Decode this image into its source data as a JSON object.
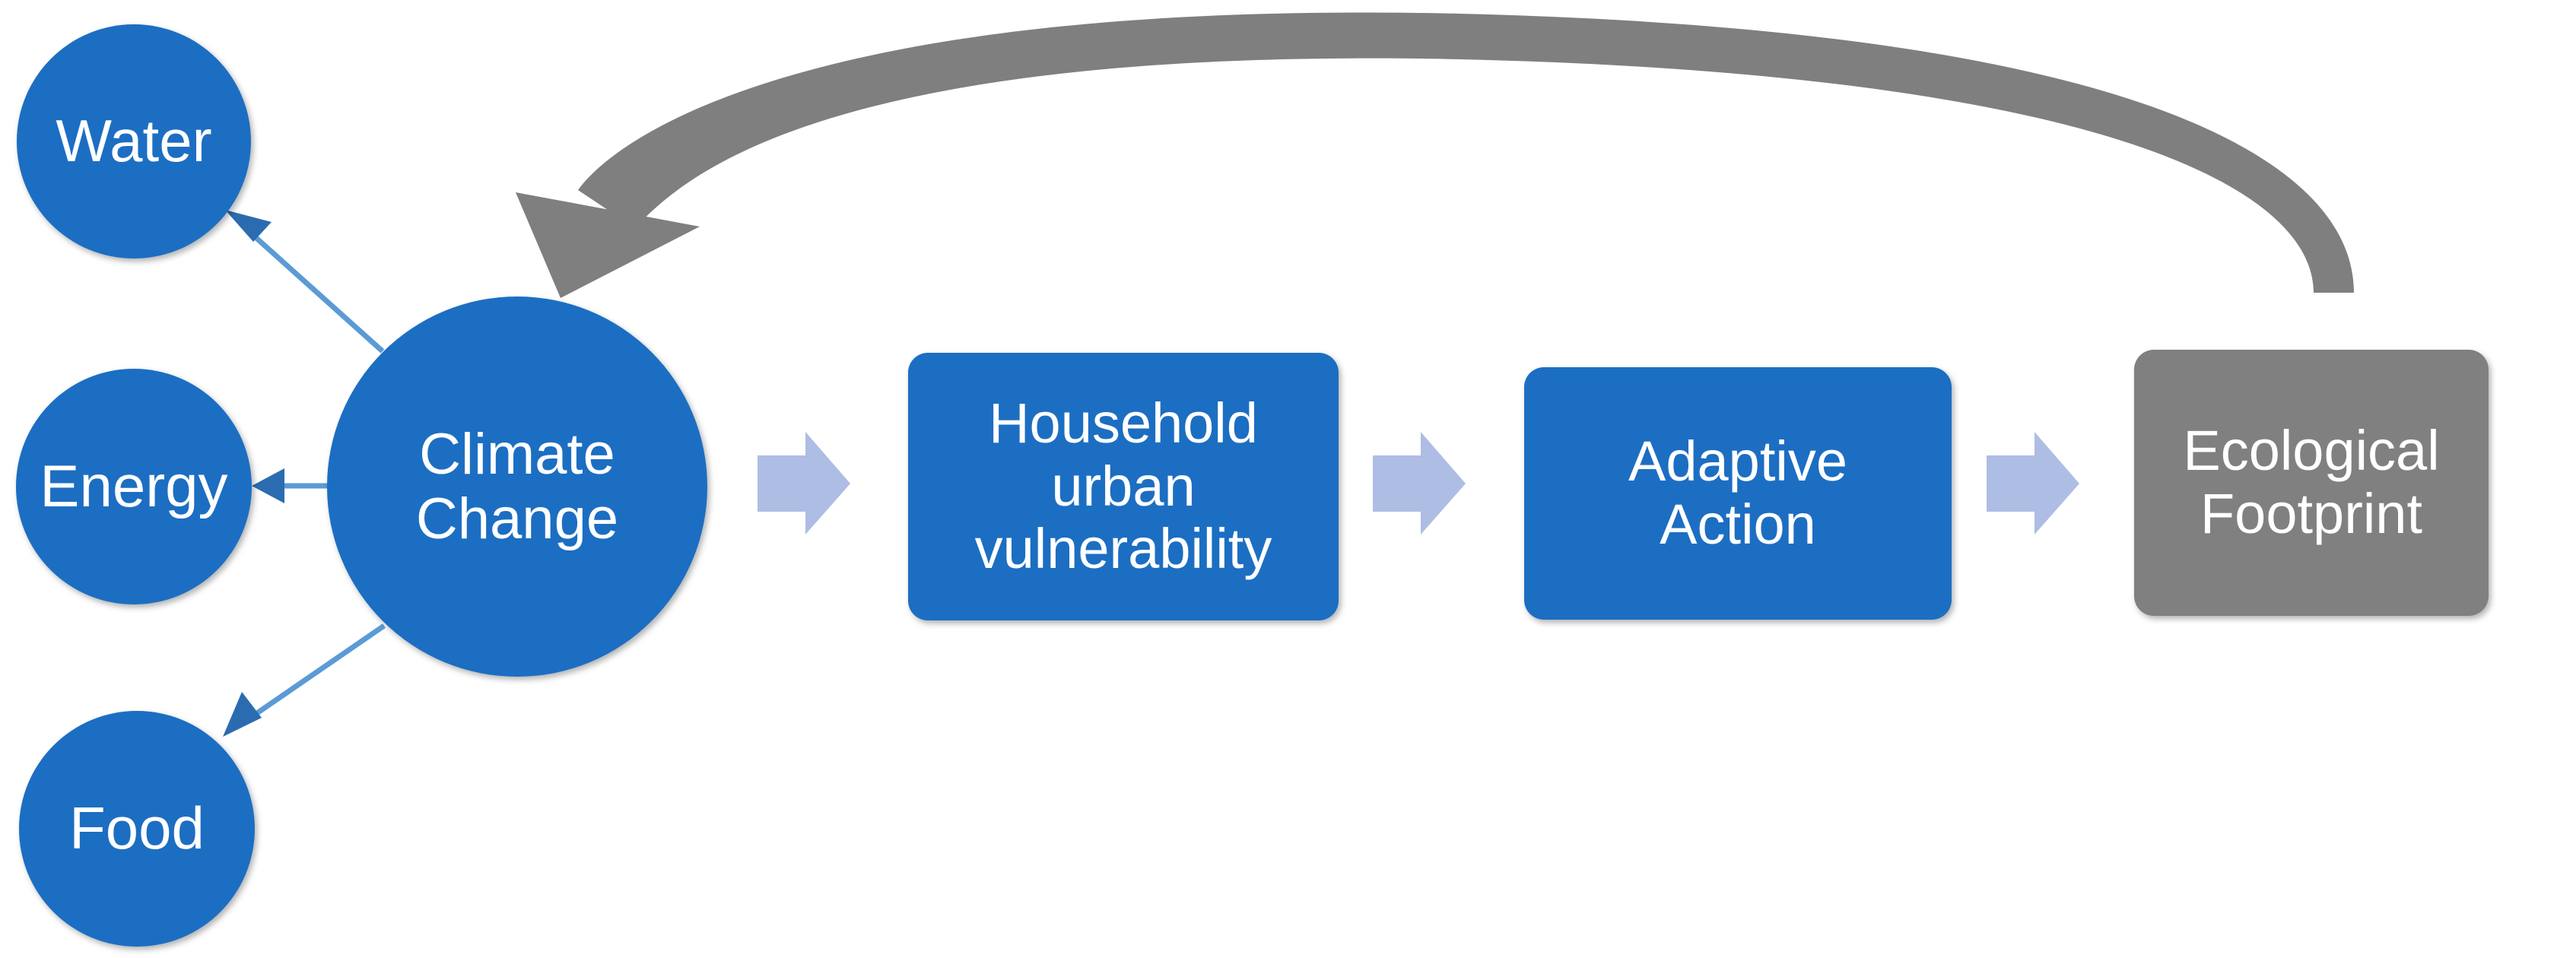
{
  "diagram": {
    "title": "Climate change to ecological footprint conceptual framework",
    "background_color": "#ffffff",
    "colors": {
      "node_blue": "#1b6ec2",
      "node_gray": "#808080",
      "chevron_blue": "#aebde4",
      "thin_connector_blue": "#5b9bd5",
      "feedback_arrow_gray": "#7f7f7f",
      "node_text": "#ffffff"
    },
    "resource_nodes": [
      {
        "id": "water",
        "label": "Water",
        "shape": "circle",
        "fill": "#1b6ec2"
      },
      {
        "id": "energy",
        "label": "Energy",
        "shape": "circle",
        "fill": "#1b6ec2"
      },
      {
        "id": "food",
        "label": "Food",
        "shape": "circle",
        "fill": "#1b6ec2"
      }
    ],
    "central_node": {
      "id": "climate-change",
      "label": "Climate\nChange",
      "shape": "circle",
      "fill": "#1b6ec2"
    },
    "flow_nodes": [
      {
        "id": "household-urban-vulnerability",
        "label": "Household\nurban\nvulnerability",
        "shape": "rounded-rect",
        "fill": "#1b6ec2"
      },
      {
        "id": "adaptive-action",
        "label": "Adaptive\nAction",
        "shape": "rounded-rect",
        "fill": "#1b6ec2"
      },
      {
        "id": "ecological-footprint",
        "label": "Ecological\nFootprint",
        "shape": "rounded-rect",
        "fill": "#808080"
      }
    ],
    "chevrons": [
      {
        "id": "chevron-climate-to-household",
        "from": "climate-change",
        "to": "household-urban-vulnerability",
        "style": "block-arrow",
        "color": "#aebde4"
      },
      {
        "id": "chevron-household-to-adaptive",
        "from": "household-urban-vulnerability",
        "to": "adaptive-action",
        "style": "block-arrow",
        "color": "#aebde4"
      },
      {
        "id": "chevron-adaptive-to-footprint",
        "from": "adaptive-action",
        "to": "ecological-footprint",
        "style": "block-arrow",
        "color": "#aebde4"
      }
    ],
    "thin_connectors": [
      {
        "id": "connector-climate-to-water",
        "from": "climate-change",
        "to": "water",
        "style": "thin-line-arrow",
        "color": "#5b9bd5"
      },
      {
        "id": "connector-climate-to-energy",
        "from": "climate-change",
        "to": "energy",
        "style": "thin-line-arrow",
        "color": "#5b9bd5"
      },
      {
        "id": "connector-climate-to-food",
        "from": "climate-change",
        "to": "food",
        "style": "thin-line-arrow",
        "color": "#5b9bd5"
      }
    ],
    "feedback_arrow": {
      "id": "feedback-ecological-footprint-to-climate-change",
      "from": "ecological-footprint",
      "to": "climate-change",
      "style": "curved-block-arrow",
      "color": "#7f7f7f"
    }
  }
}
